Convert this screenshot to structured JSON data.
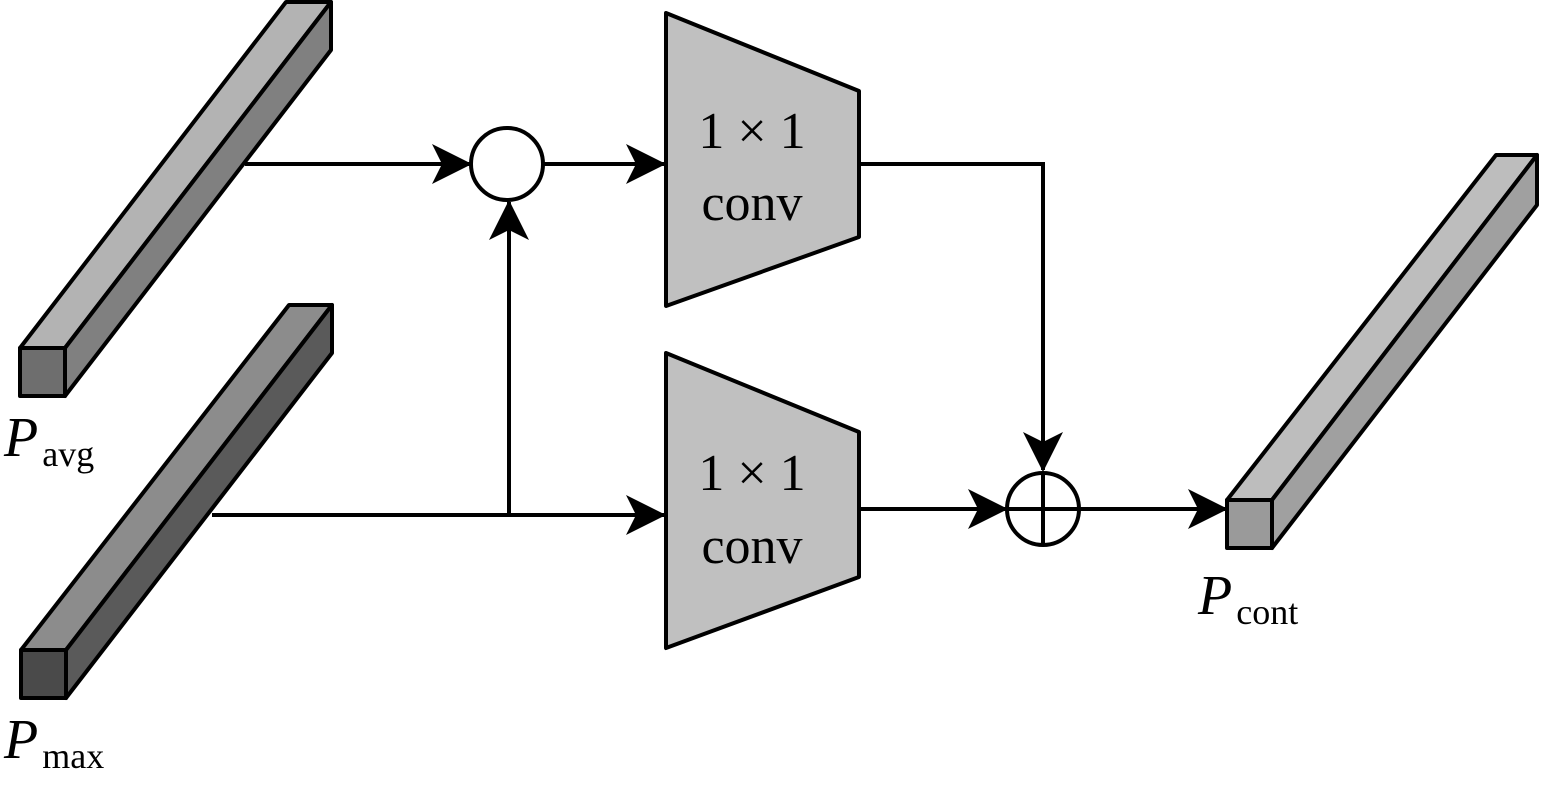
{
  "colors": {
    "background": "#ffffff",
    "line": "#000000",
    "conv_fill": "#c0c0c0",
    "avg_vector_top": "#b3b3b3",
    "avg_vector_side": "#808080",
    "avg_vector_front": "#6e6e6e",
    "max_vector_top": "#8c8c8c",
    "max_vector_side": "#5a5a5a",
    "max_vector_front": "#4a4a4a",
    "cont_vector_top": "#bdbdbd",
    "cont_vector_side": "#a0a0a0",
    "cont_vector_front": "#9a9a9a"
  },
  "inputs": {
    "avg": {
      "main": "P",
      "sub": "avg"
    },
    "max": {
      "main": "P",
      "sub": "max"
    }
  },
  "output": {
    "main": "P",
    "sub": "cont"
  },
  "conv_blocks": [
    {
      "line1": "1 × 1",
      "line2": "conv"
    },
    {
      "line1": "1 × 1",
      "line2": "conv"
    }
  ],
  "operators": {
    "concat": "concat-circle",
    "add": "circle-plus"
  }
}
